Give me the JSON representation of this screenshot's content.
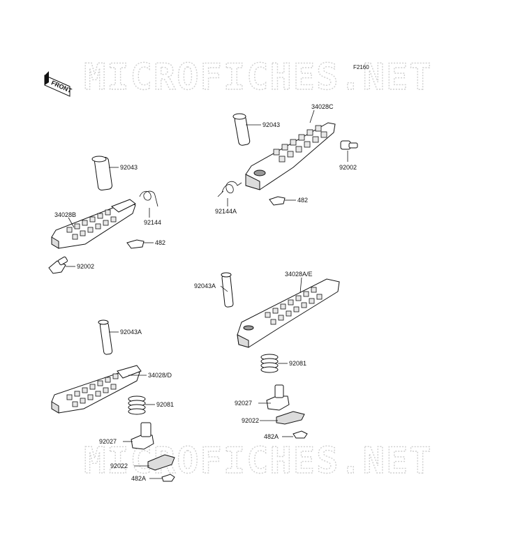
{
  "figure_code": "F2160",
  "front_marker": "FRONT",
  "watermark_text": "MICROFICHES.NET",
  "labels": {
    "a_92043": "92043",
    "a_34028c": "34028C",
    "a_92002": "92002",
    "a_92144a": "92144A",
    "a_482": "482",
    "b_92043": "92043",
    "b_34028b": "34028B",
    "b_92144": "92144",
    "b_482": "482",
    "b_92002": "92002",
    "c_92043a": "92043A",
    "c_34028ae": "34028A/E",
    "c_92081": "92081",
    "c_92027": "92027",
    "c_92022": "92022",
    "c_482a": "482A",
    "d_92043a": "92043A",
    "d_34028d": "34028/D",
    "d_92081": "92081",
    "d_92027": "92027",
    "d_92022": "92022",
    "d_482a": "482A"
  }
}
